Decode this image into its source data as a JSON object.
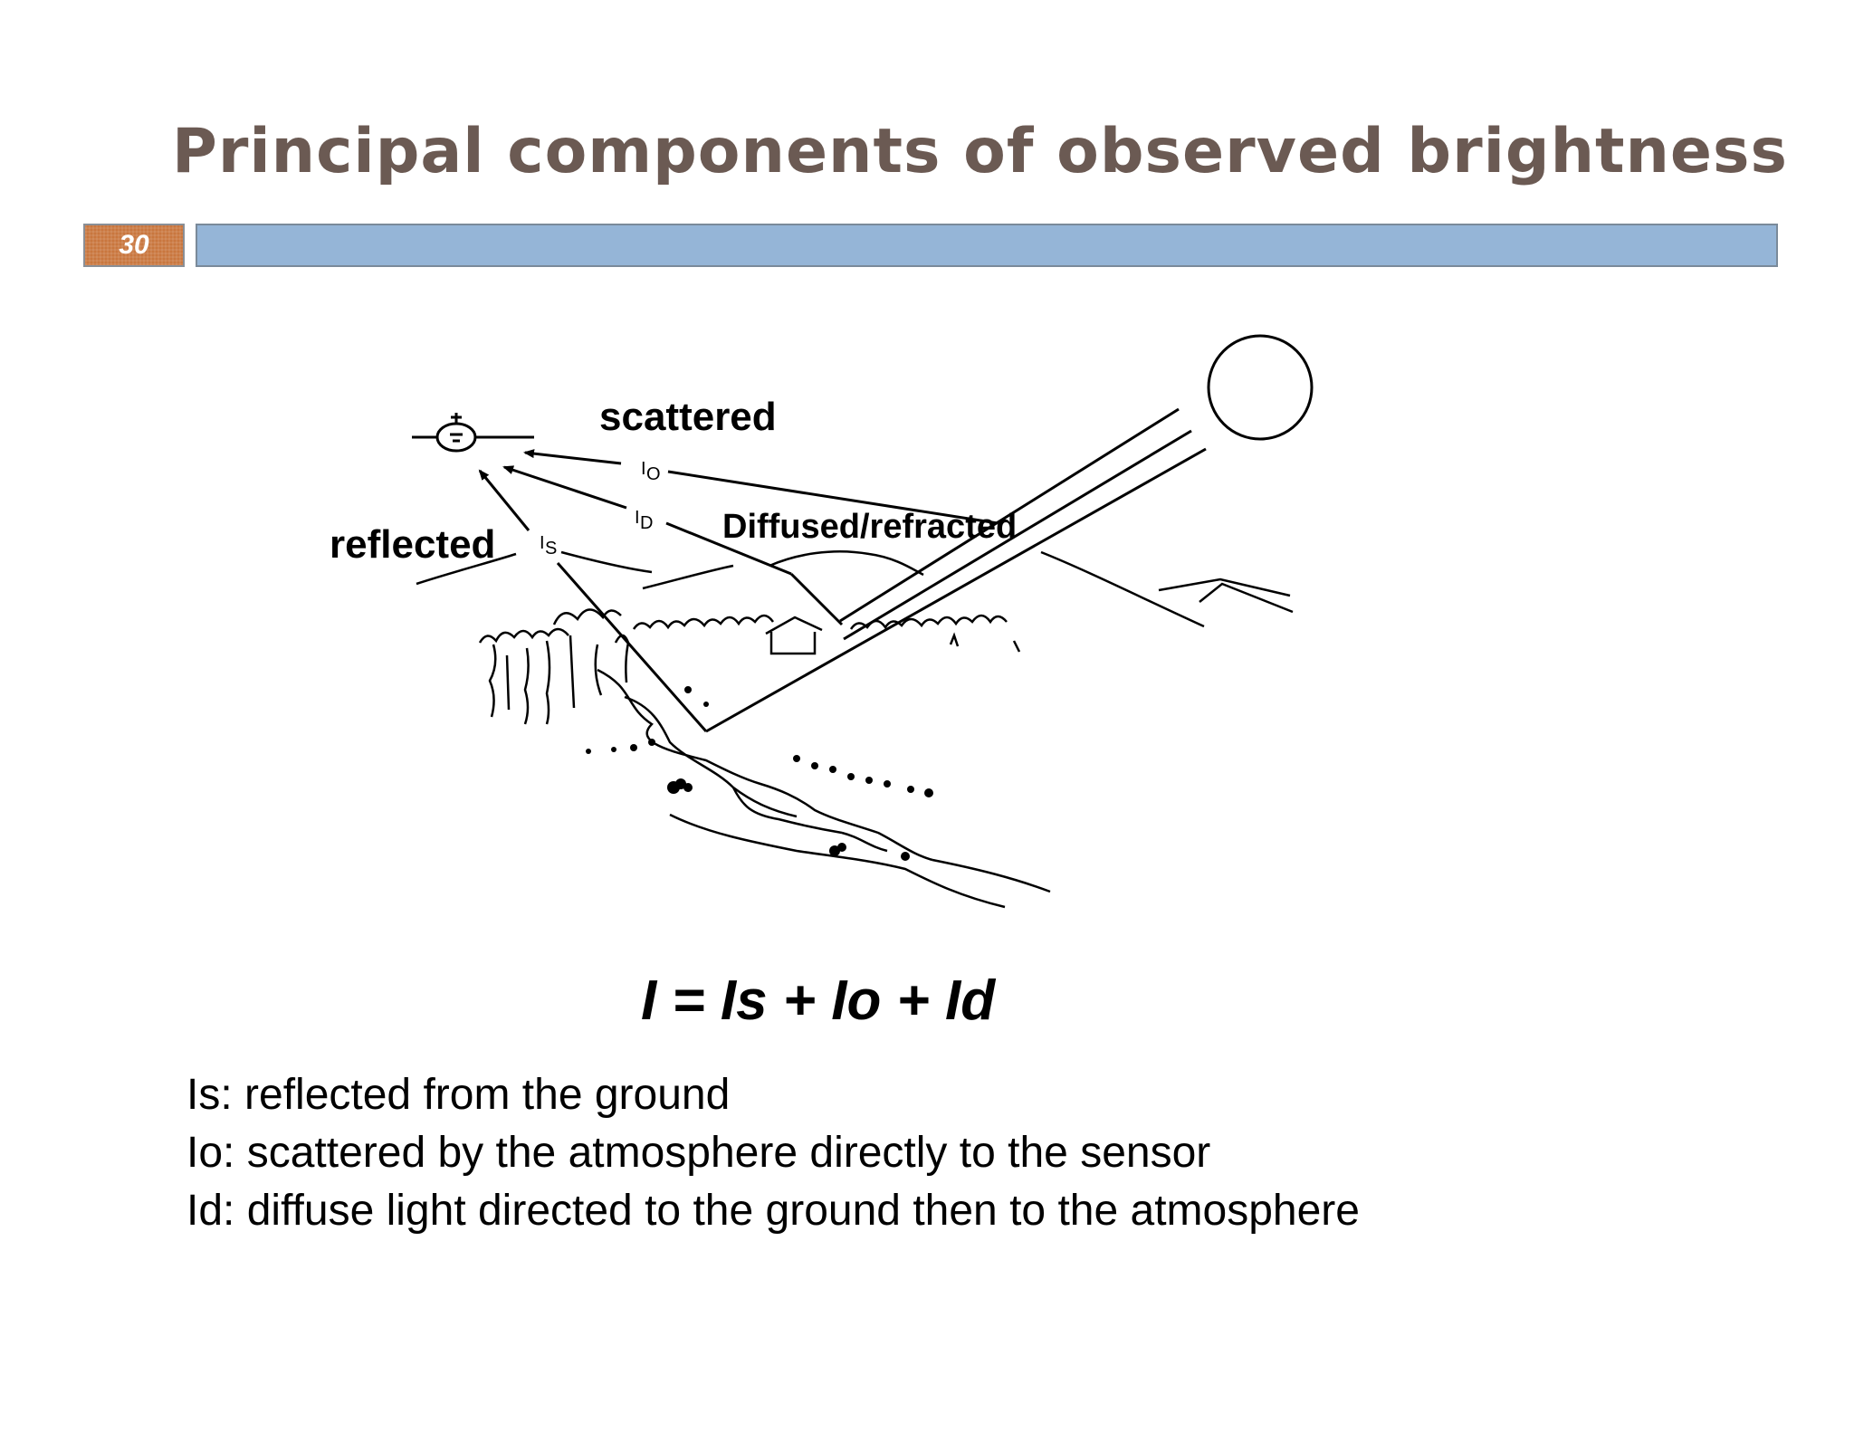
{
  "slide": {
    "title": "Principal components of observed brightness",
    "page_number": "30"
  },
  "diagram": {
    "labels": {
      "scattered": "scattered",
      "reflected": "reflected",
      "diffused": "Diffused/refracted",
      "io": "I",
      "io_sub": "O",
      "id": "I",
      "id_sub": "D",
      "is": "I",
      "is_sub": "S"
    }
  },
  "formula": "I = Is + Io + Id",
  "legend": [
    "Is: reflected from the ground",
    "Io: scattered by the atmosphere directly to the sensor",
    "Id: diffuse light directed to the ground then to the atmosphere"
  ],
  "colors": {
    "title": "#6b5a53",
    "page_badge": "#c9763e",
    "title_bar": "#95b5d7"
  }
}
